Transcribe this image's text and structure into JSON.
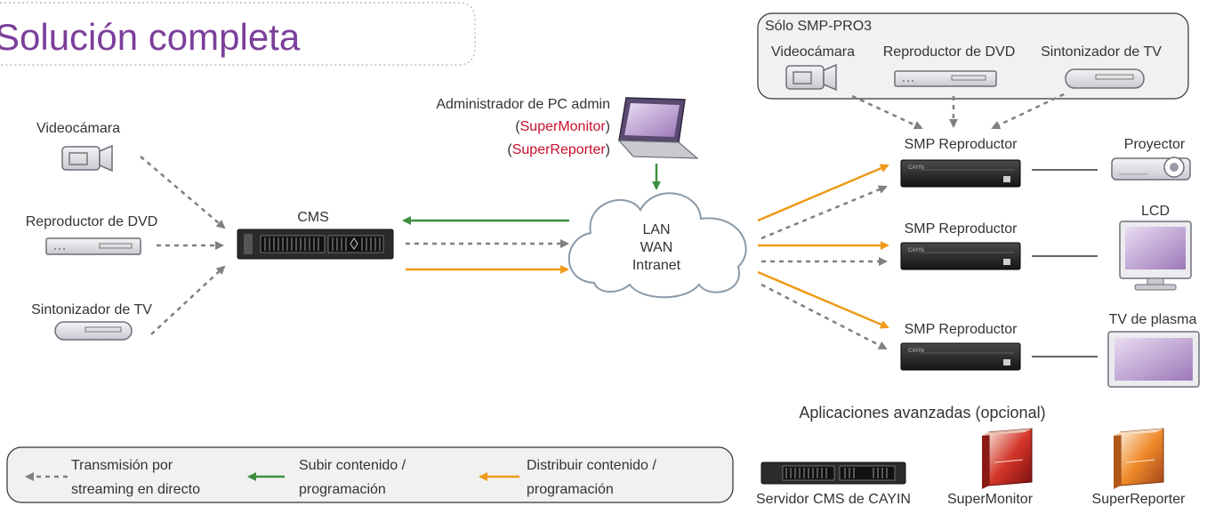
{
  "title": "Solución completa",
  "colors": {
    "streaming": "#808080",
    "upload": "#3f8f3f",
    "distribute": "#ef9a1a",
    "highlight": "#c8102e",
    "title": "#7b3f9b"
  },
  "sources": {
    "camera": "Videocámara",
    "dvd": "Reproductor de DVD",
    "tuner": "Sintonizador de TV"
  },
  "cms": {
    "label": "CMS"
  },
  "admin": {
    "line1": "Administrador de PC admin",
    "supermonitor": "SuperMonitor",
    "superreporter": "SuperReporter"
  },
  "network": {
    "line1": "LAN",
    "line2": "WAN",
    "line3": "Intranet"
  },
  "smp_pro3": {
    "label": "Sólo SMP-PRO3",
    "camera": "Videocámara",
    "dvd": "Reproductor de DVD",
    "tuner": "Sintonizador de TV"
  },
  "players": [
    {
      "label": "SMP Reproductor",
      "brand": "CAYIN"
    },
    {
      "label": "SMP Reproductor",
      "brand": "CAYIN"
    },
    {
      "label": "SMP Reproductor",
      "brand": "CAYIN"
    }
  ],
  "displays": {
    "projector": "Proyector",
    "lcd": "LCD",
    "plasma": "TV de plasma"
  },
  "advanced": {
    "title": "Aplicaciones avanzadas (opcional)",
    "server": "Servidor CMS de CAYIN",
    "supermonitor": "SuperMonitor",
    "superreporter": "SuperReporter"
  },
  "legend": {
    "streaming_1": "Transmisión por",
    "streaming_2": "streaming en directo",
    "upload_1": "Subir contenido /",
    "upload_2": "programación",
    "distribute_1": "Distribuir contenido /",
    "distribute_2": "programación"
  }
}
